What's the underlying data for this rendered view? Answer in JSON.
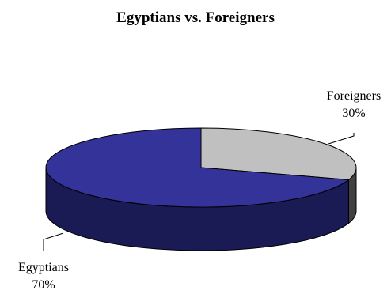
{
  "chart_data": {
    "type": "pie",
    "title": "Egyptians vs. Foreigners",
    "slices": [
      {
        "name": "Egyptians",
        "value": 70,
        "value_label": "70%",
        "color": "#333399",
        "side_color": "#1a1a55"
      },
      {
        "name": "Foreigners",
        "value": 30,
        "value_label": "30%",
        "color": "#c0c0c0",
        "side_color": "#404040"
      }
    ],
    "style": "3d-exploded-none",
    "legend": "none",
    "labels": "outside-with-leader-lines"
  }
}
